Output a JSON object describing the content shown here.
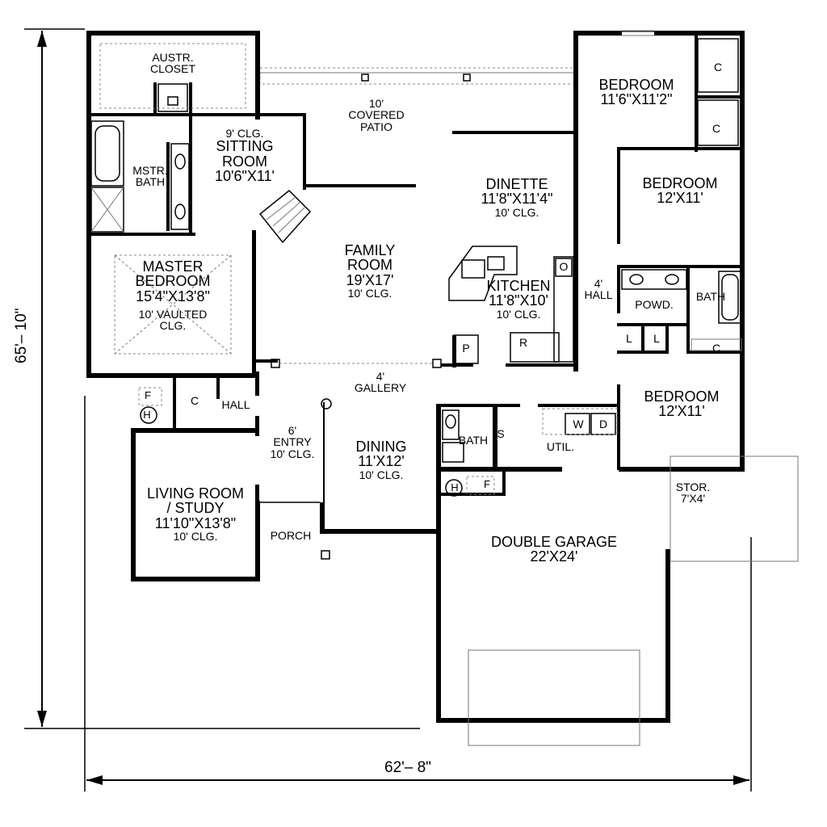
{
  "dimensions": {
    "overall_depth": "65'– 10\"",
    "overall_width": "62'– 8\""
  },
  "rooms": {
    "austr_closet": {
      "name1": "AUSTR.",
      "name2": "CLOSET"
    },
    "covered_patio": {
      "line1": "10'",
      "line2": "COVERED",
      "line3": "PATIO"
    },
    "sitting_room": {
      "ceiling": "9' CLG.",
      "name1": "SITTING",
      "name2": "ROOM",
      "size": "10'6\"X11'"
    },
    "mstr_bath": {
      "name1": "MSTR.",
      "name2": "BATH"
    },
    "master_bedroom": {
      "name1": "MASTER",
      "name2": "BEDROOM",
      "size": "15'4\"X13'8\"",
      "ceiling1": "10' VAULTED",
      "ceiling2": "CLG."
    },
    "family_room": {
      "name1": "FAMILY",
      "name2": "ROOM",
      "size": "19'X17'",
      "ceiling": "10' CLG."
    },
    "dinette": {
      "name": "DINETTE",
      "size": "11'8\"X11'4\"",
      "ceiling": "10' CLG."
    },
    "kitchen": {
      "name": "KITCHEN",
      "size": "11'8\"X10'",
      "ceiling": "10' CLG."
    },
    "bedroom_1": {
      "name": "BEDROOM",
      "size": "11'6\"X11'2\""
    },
    "bedroom_2": {
      "name": "BEDROOM",
      "size": "12'X11'"
    },
    "bedroom_3": {
      "name": "BEDROOM",
      "size": "12'X11'"
    },
    "hall_right": {
      "line1": "4'",
      "line2": "HALL"
    },
    "powder": {
      "name": "POWD."
    },
    "bath_right": {
      "name": "BATH"
    },
    "gallery": {
      "line1": "4'",
      "line2": "GALLERY"
    },
    "hall_left": {
      "name": "HALL"
    },
    "entry": {
      "line1": "6'",
      "line2": "ENTRY",
      "ceiling": "10' CLG."
    },
    "dining": {
      "name": "DINING",
      "size": "11'X12'",
      "ceiling": "10' CLG."
    },
    "bath_center": {
      "name": "BATH"
    },
    "utility": {
      "name": "UTIL."
    },
    "living_study": {
      "name1": "LIVING ROOM",
      "name2": "/ STUDY",
      "size": "11'10\"X13'8\"",
      "ceiling": "10' CLG."
    },
    "porch": {
      "name": "PORCH"
    },
    "storage": {
      "name": "STOR.",
      "size": "7'X4'"
    },
    "double_garage": {
      "name": "DOUBLE GARAGE",
      "size": "22'X24'"
    }
  },
  "fixtures": {
    "closet": "C",
    "linen": "L",
    "pantry": "P",
    "oven": "O",
    "refrigerator": "R",
    "washer": "W",
    "dryer": "D",
    "furnace": "F",
    "heater": "H",
    "shelf": "S"
  }
}
